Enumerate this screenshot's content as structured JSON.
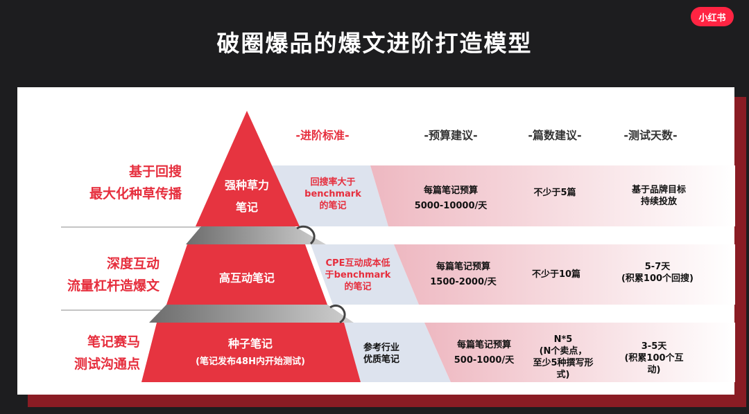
{
  "logo": "小红书",
  "title": "破圈爆品的爆文进阶打造模型",
  "headers": [
    "-进阶标准-",
    "-预算建议-",
    "-篇数建议-",
    "-测试天数-"
  ],
  "tiers": [
    {
      "left_line1": "基于回搜",
      "left_line2": "最大化种草传播",
      "pyr_line1": "强种草力",
      "pyr_line2": "笔记",
      "standard": [
        "回搜率大于",
        "benchmark",
        "的笔记"
      ],
      "budget": [
        "每篇笔记预算",
        "5000-10000/天"
      ],
      "count": [
        "不少于5篇"
      ],
      "days": [
        "基于品牌目标",
        "持续投放"
      ]
    },
    {
      "left_line1": "深度互动",
      "left_line2": "流量杠杆造爆文",
      "pyr_line1": "高互动笔记",
      "pyr_line2": "",
      "standard": [
        "CPE互动成本低",
        "于benchmark",
        "的笔记"
      ],
      "budget": [
        "每篇笔记预算",
        "1500-2000/天"
      ],
      "count": [
        "不少于10篇"
      ],
      "days": [
        "5-7天",
        "(积累100个回搜)"
      ]
    },
    {
      "left_line1": "笔记赛马",
      "left_line2": "测试沟通点",
      "pyr_line1": "种子笔记",
      "pyr_line2": "(笔记发布48H内开始测试)",
      "standard": [
        "参考行业",
        "优质笔记"
      ],
      "budget": [
        "每篇笔记预算",
        "500-1000/天"
      ],
      "count": [
        "N*5",
        "(N个卖点，",
        "至少5种撰写形",
        "式)"
      ],
      "days": [
        "3-5天",
        "(积累100个互",
        "动)"
      ]
    }
  ],
  "colors": {
    "accent": "#e62e3d",
    "band_blue": "#dde3ee",
    "band_pink": "#f2c9cf"
  }
}
